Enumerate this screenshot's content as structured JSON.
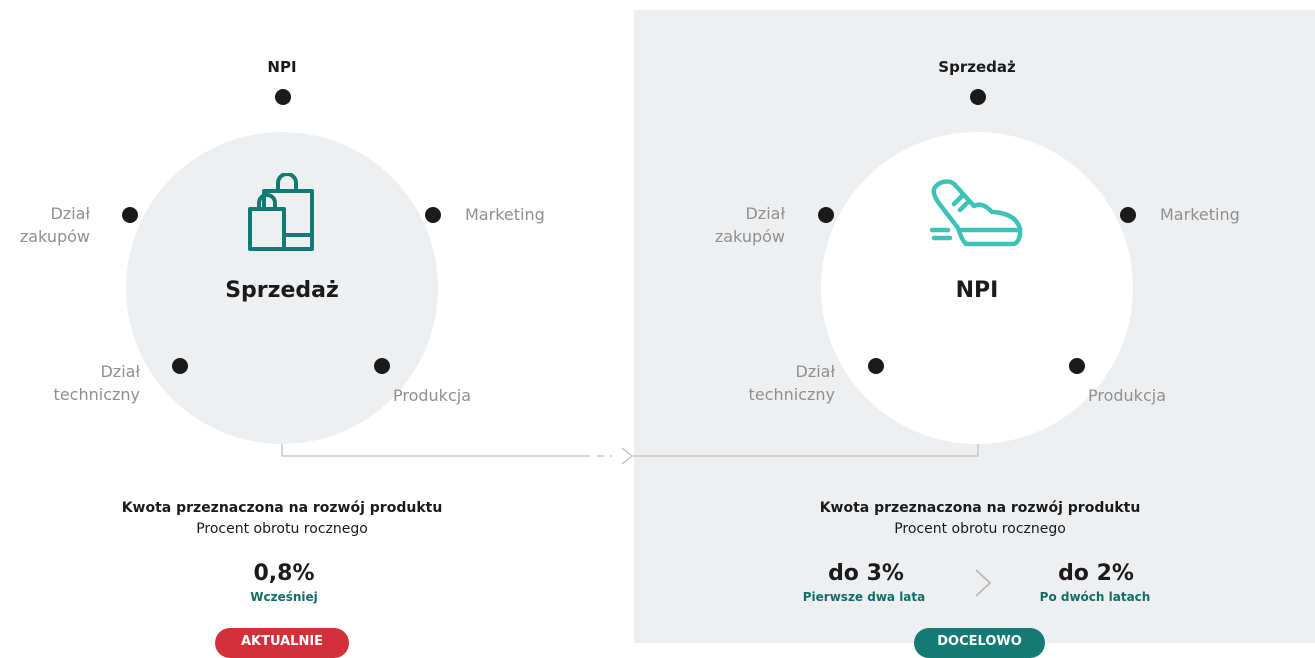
{
  "colors": {
    "panel_bg": "#eeeff1",
    "circle_left": "#eeeff1",
    "circle_right": "#ffffff",
    "dot": "#1a1a1a",
    "icon_left": "#0f7b73",
    "icon_right": "#3cc3b8",
    "badge_current": "#d2303a",
    "badge_target": "#147a73",
    "accent_green": "#0f6f67"
  },
  "left": {
    "top_label": "NPI",
    "center_title": "Sprzedaż",
    "center_icon": "shopping-bags-icon",
    "labels": {
      "left_line1": "Dział",
      "left_line2": "zakupów",
      "right": "Marketing",
      "bottom_left_line1": "Dział",
      "bottom_left_line2": "techniczny",
      "bottom_right": "Produkcja"
    },
    "info_title": "Kwota przeznaczona na rozwój produktu",
    "info_sub": "Procent obrotu rocznego",
    "value": "0,8%",
    "value_label": "Wcześniej",
    "badge": "AKTUALNIE"
  },
  "right": {
    "top_label": "Sprzedaż",
    "center_title": "NPI",
    "center_icon": "running-shoe-icon",
    "labels": {
      "left_line1": "Dział",
      "left_line2": "zakupów",
      "right": "Marketing",
      "bottom_left_line1": "Dział",
      "bottom_left_line2": "techniczny",
      "bottom_right": "Produkcja"
    },
    "info_title": "Kwota przeznaczona na rozwój produktu",
    "info_sub": "Procent obrotu rocznego",
    "value1": "do 3%",
    "value1_label": "Pierwsze dwa lata",
    "value2": "do 2%",
    "value2_label": "Po dwóch latach",
    "separator_icon": "chevron-right-icon",
    "badge": "DOCELOWO"
  }
}
